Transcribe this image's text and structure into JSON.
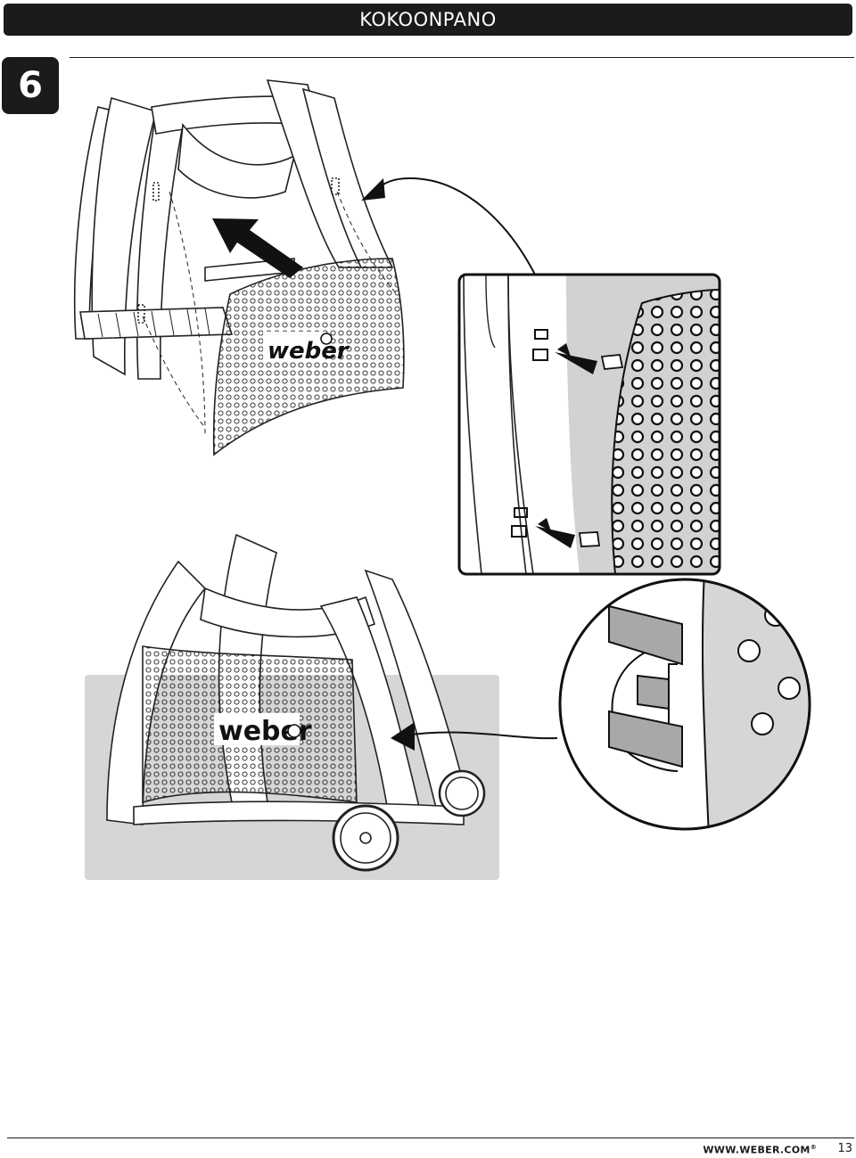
{
  "header": {
    "title": "KOKOONPANO"
  },
  "step": {
    "number": "6"
  },
  "illustration": {
    "brand_text": "weber",
    "icons": [
      "grill-cart-frame-exploded",
      "perforated-panel",
      "push-arrow",
      "detail-magnifier",
      "wheel",
      "kettle-logo-icon"
    ]
  },
  "footer": {
    "url": "WWW.WEBER.COM",
    "registered": "®",
    "page": "13"
  }
}
